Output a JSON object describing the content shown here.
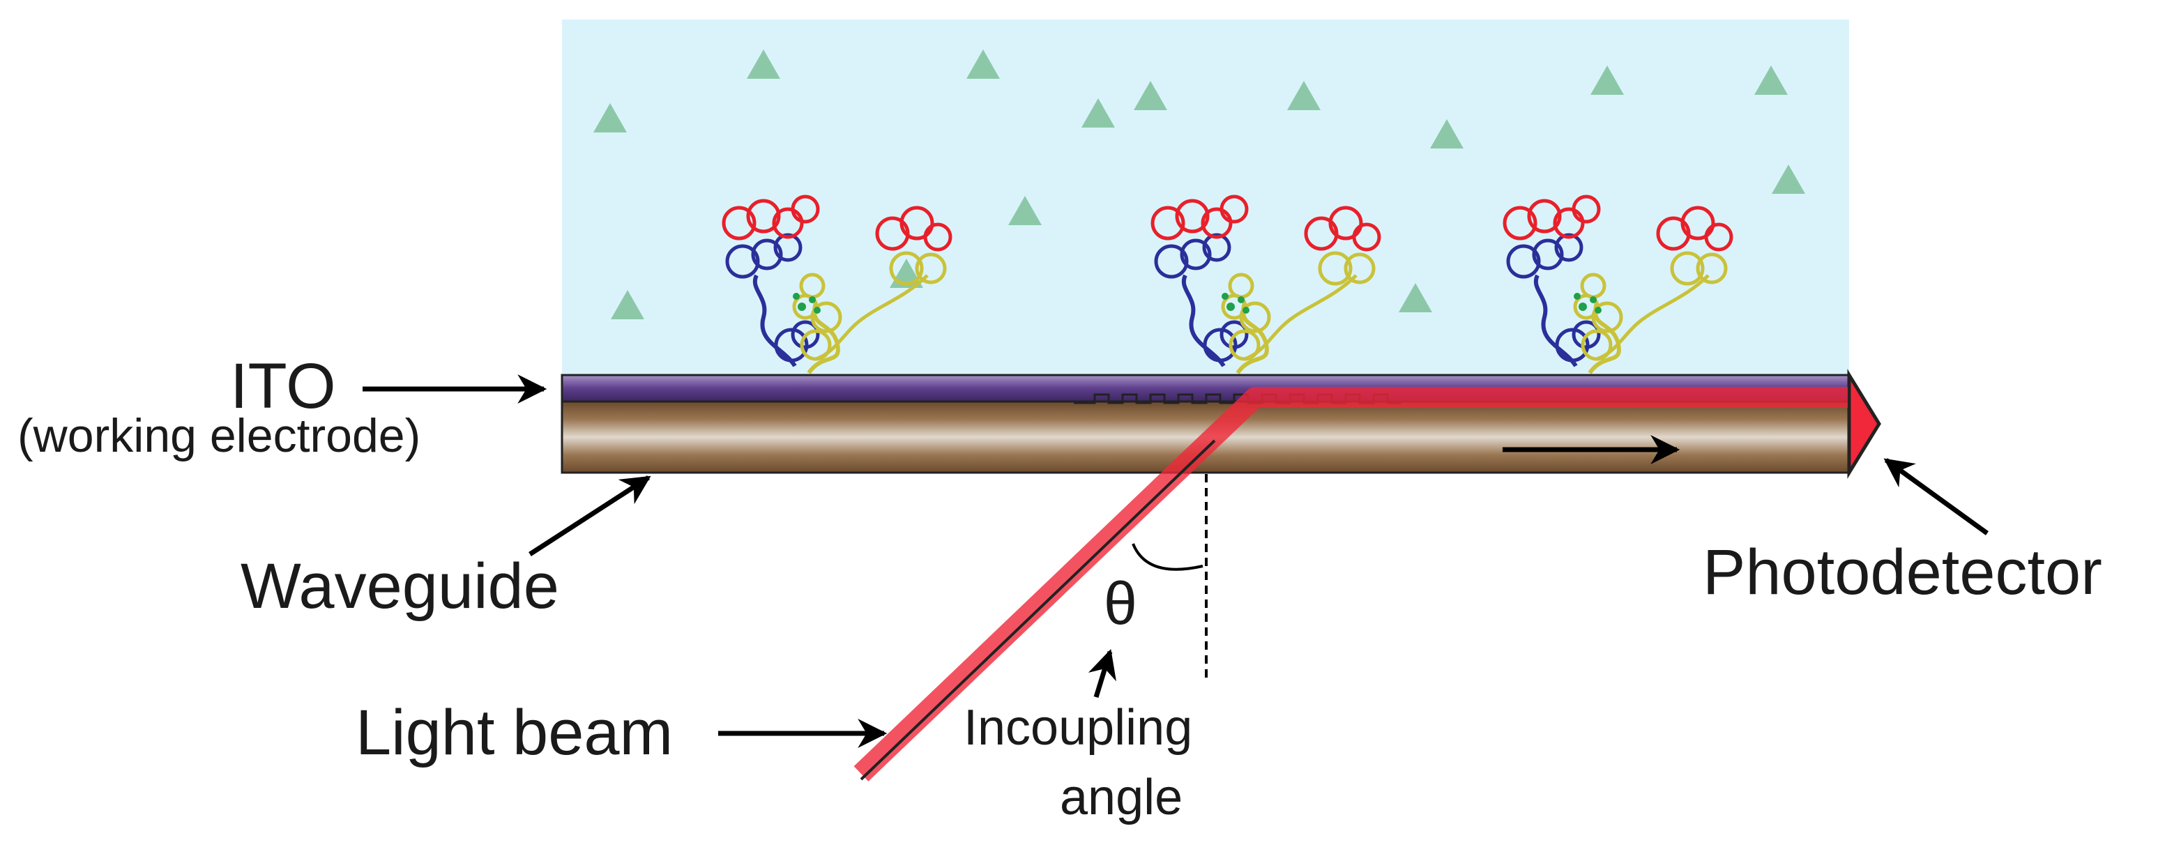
{
  "labels": {
    "ito": "ITO",
    "ito_sub": "(working electrode)",
    "waveguide": "Waveguide",
    "light_beam": "Light beam",
    "theta": "θ",
    "incoupling_line1": "Incoupling",
    "incoupling_line2": "angle",
    "photodetector": "Photodetector"
  },
  "colors": {
    "solution": "#daf3fb",
    "ito_layer": "#6b4f94",
    "waveguide": "#8a6a48",
    "beam": "#f0283a",
    "antigen": "#8cc8a8",
    "antibody_red": "#e8202a",
    "antibody_blue": "#2a2f9a",
    "antibody_yellow": "#c9c23a",
    "antibody_green": "#1fa04a"
  },
  "icons": {
    "antigen": "triangle-icon",
    "antibody": "antibody-icon",
    "photodetector": "photodetector-triangle-icon"
  }
}
